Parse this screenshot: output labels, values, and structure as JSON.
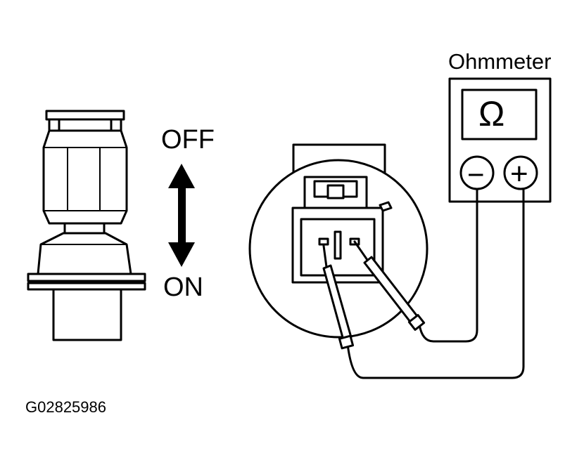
{
  "labels": {
    "off": "OFF",
    "on": "ON",
    "meter": "Ohmmeter",
    "figure_id": "G02825986"
  },
  "meter": {
    "display_symbol": "Ω",
    "negative_symbol": "−",
    "positive_symbol": "+"
  }
}
